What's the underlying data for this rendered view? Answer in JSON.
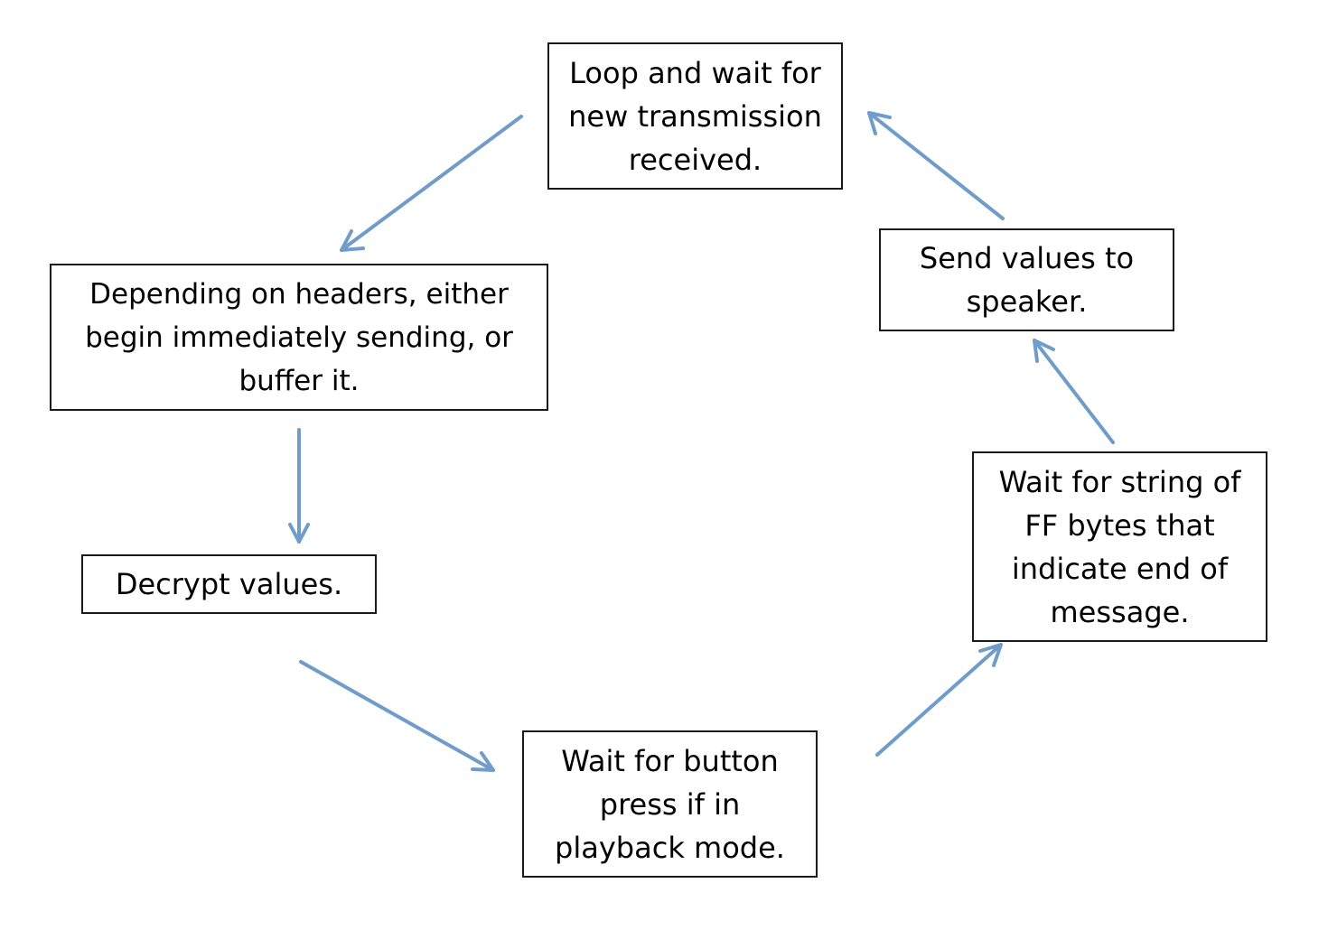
{
  "diagram": {
    "steps": {
      "loop": "Loop and wait for new transmission received.",
      "headers": "Depending on headers, either begin immediately sending, or buffer it.",
      "decrypt": "Decrypt values.",
      "button": "Wait for button press if in playback mode.",
      "ff": "Wait for string of FF bytes that indicate end of message.",
      "speaker": "Send values to speaker."
    },
    "arrow_color": "#6f9cc9",
    "border_color": "#1a1a1a"
  }
}
